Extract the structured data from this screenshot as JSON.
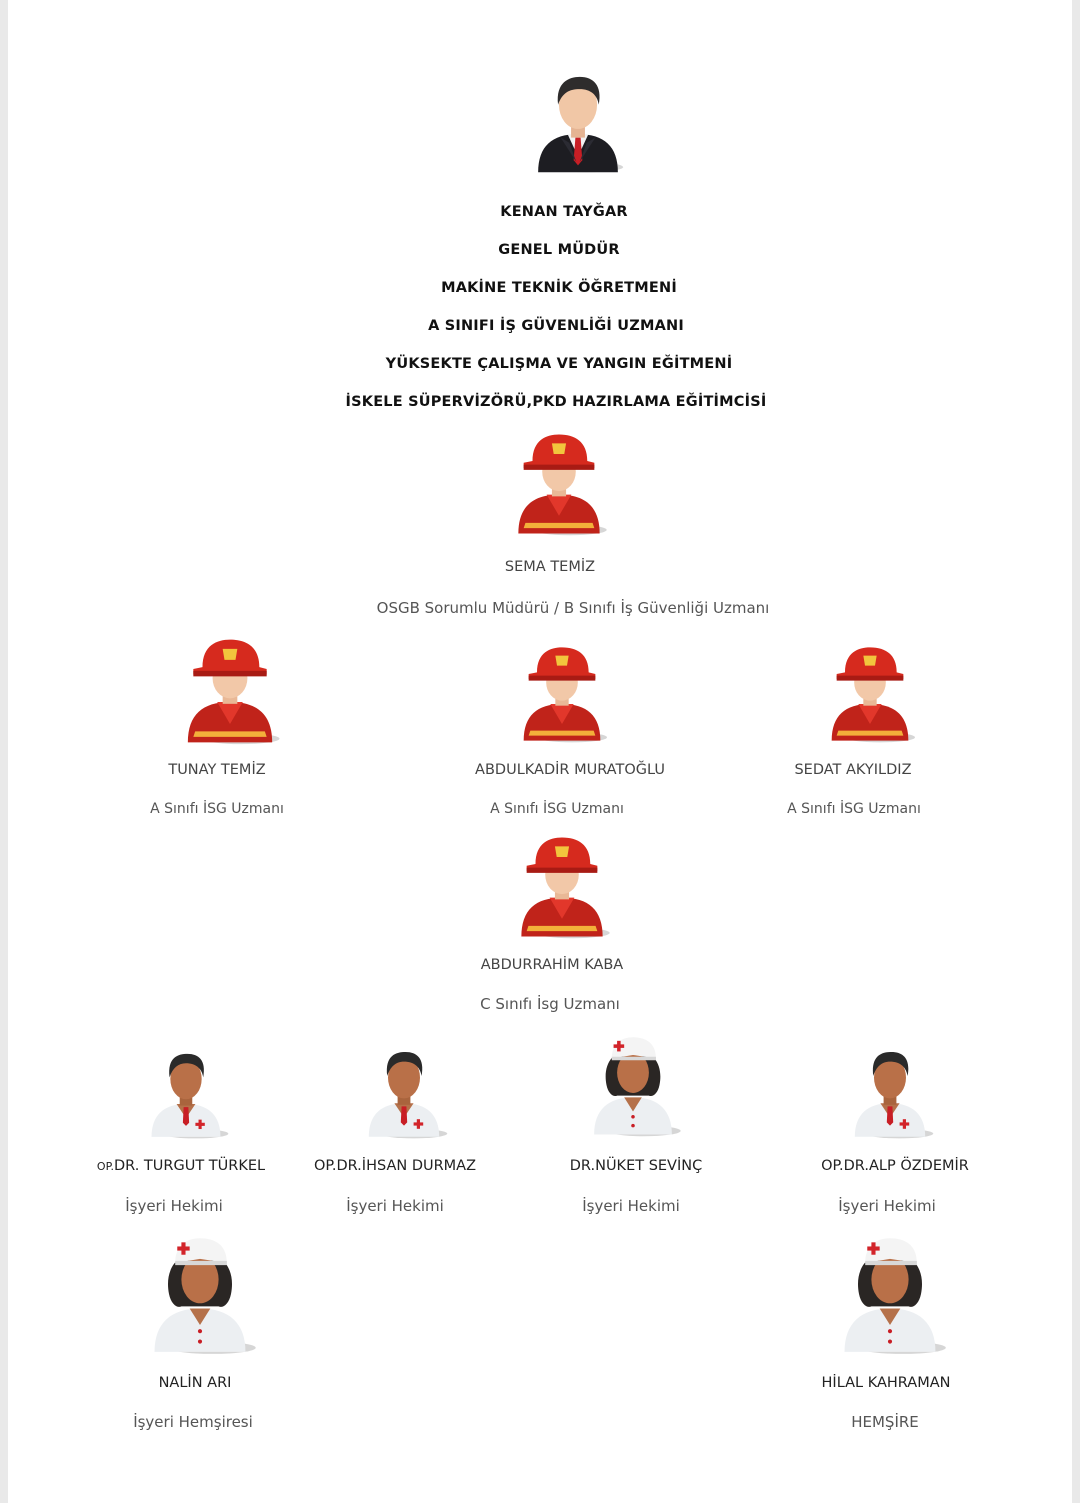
{
  "director": {
    "lines": [
      "KENAN TAYĞAR",
      "GENEL MÜDÜR",
      "MAKİNE TEKNİK ÖĞRETMENİ",
      "A SINIFI İŞ GÜVENLİĞİ UZMANI",
      "YÜKSEKTE ÇALIŞMA VE YANGIN EĞİTMENİ",
      "İSKELE SÜPERVİZÖRÜ,PKD HAZIRLAMA EĞİTİMCİSİ"
    ]
  },
  "manager": {
    "name": "SEMA TEMİZ",
    "role": "OSGB Sorumlu Müdürü / B Sınıfı İş Güvenliği Uzmanı"
  },
  "specialists": [
    {
      "name": "TUNAY TEMİZ",
      "role": "A Sınıfı İSG Uzmanı"
    },
    {
      "name": "ABDULKADİR MURATOĞLU",
      "role": "A Sınıfı İSG  Uzmanı"
    },
    {
      "name": "SEDAT AKYILDIZ",
      "role": "A Sınıfı  İSG Uzmanı"
    }
  ],
  "c_specialist": {
    "name": "ABDURRAHİM KABA",
    "role": "C Sınıfı İsg Uzmanı"
  },
  "doctors": [
    {
      "name_prefix": "OP.",
      "name": "DR. TURGUT TÜRKEL",
      "role": "İşyeri Hekimi"
    },
    {
      "name": "OP.DR.İHSAN DURMAZ",
      "role": "İşyeri Hekimi"
    },
    {
      "name": "DR.NÜKET SEVİNÇ",
      "role": "İşyeri Hekimi"
    },
    {
      "name": "OP.DR.ALP ÖZDEMİR",
      "role": "İşyeri Hekimi"
    }
  ],
  "nurses": [
    {
      "name": "NALİN ARI",
      "role": "İşyeri Hemşiresi"
    },
    {
      "name": "HİLAL KAHRAMAN",
      "role": "HEMŞİRE"
    }
  ]
}
